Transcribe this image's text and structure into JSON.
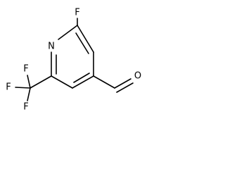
{
  "structure": {
    "atoms": {
      "fluoro": "F",
      "ring_nitrogen": "N",
      "aldehyde_oxygen": "O",
      "cf3_fluorine_top": "F",
      "cf3_fluorine_left": "F",
      "cf3_fluorine_bottom": "F"
    }
  }
}
